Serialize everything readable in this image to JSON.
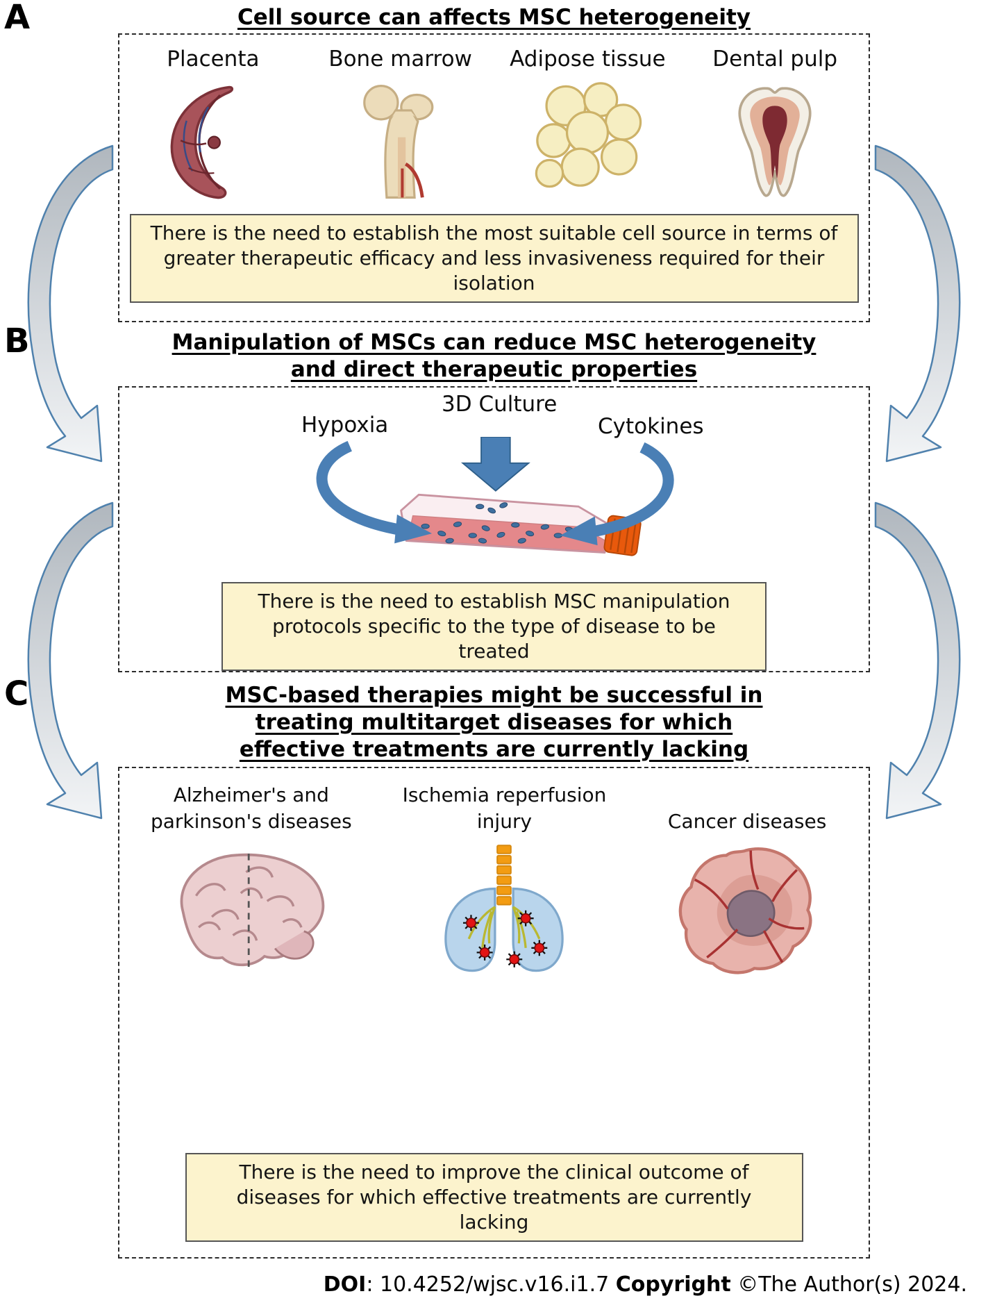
{
  "panel_a": {
    "label": "A",
    "title": "Cell source can affects MSC heterogeneity",
    "sources": [
      {
        "name": "Placenta",
        "icon": "placenta-icon"
      },
      {
        "name": "Bone marrow",
        "icon": "bone-marrow-icon"
      },
      {
        "name": "Adipose tissue",
        "icon": "adipose-tissue-icon"
      },
      {
        "name": "Dental pulp",
        "icon": "dental-pulp-icon"
      }
    ],
    "note": "There is the need to establish the most suitable cell source in terms of greater therapeutic efficacy and less invasiveness required for their isolation"
  },
  "panel_b": {
    "label": "B",
    "title_lines": [
      "Manipulation of MSCs can reduce MSC heterogeneity",
      "and direct therapeutic properties"
    ],
    "factors": [
      {
        "name": "Hypoxia",
        "icon": "hypoxia-arrow-icon"
      },
      {
        "name": "3D Culture",
        "icon": "3d-culture-arrow-icon"
      },
      {
        "name": "Cytokines",
        "icon": "cytokines-arrow-icon"
      }
    ],
    "flask_icon": "culture-flask-icon",
    "note": "There is the need to establish MSC manipulation protocols specific to the type of disease to be treated"
  },
  "panel_c": {
    "label": "C",
    "title_lines": [
      "MSC-based therapies might be successful in",
      "treating multitarget diseases for which",
      "effective treatments are currently lacking"
    ],
    "diseases": [
      {
        "name": "Alzheimer's and parkinson's diseases",
        "icon": "brain-icon"
      },
      {
        "name": "Ischemia reperfusion injury",
        "icon": "lungs-icon"
      },
      {
        "name": "Cancer diseases",
        "icon": "tumor-icon"
      }
    ],
    "note": "There is the need to improve the clinical outcome of diseases for which effective treatments are currently lacking"
  },
  "footer": {
    "doi_label": "DOI",
    "doi_value": ": 10.4252/wjsc.v16.i1.7 ",
    "copyright_label": "Copyright",
    "copyright_value": " ©The Author(s) 2024."
  },
  "colors": {
    "note_background": "#fcf3cd",
    "note_border": "#555555",
    "box_border": "#2b2b2b",
    "flow_arrow_outline": "#4f81ad",
    "manipulation_arrow": "#4a7fb5",
    "flask_cap": "#e8590c",
    "medium_red": "#d84545"
  }
}
